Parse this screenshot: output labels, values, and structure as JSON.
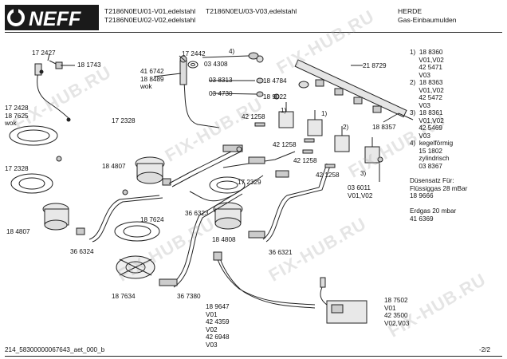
{
  "header": {
    "brand": "NEFF",
    "model_line1": "T2186N0EU/01-V01,edelstahl",
    "model_line2": "T2186N0EU/02-V02,edelstahl",
    "model_line3": "T2186N0EU/03-V03,edelstahl",
    "maker": "HERDE",
    "category": "Gas-Einbaumulden"
  },
  "legend": {
    "item1": "1)  18 8360\n     V01,V02\n     42 5471\n     V03",
    "item2": "2)  18 8363\n     V01,V02\n     42 5472\n     V03",
    "item3": "3)  18 8361\n     V01,V02\n     42 5469\n     V03",
    "item4": "4)  kegelförmig\n     15 1802\n     zylindrisch\n     03 8367",
    "nozzle": "Düsensatz Für:\nFlüssiggas 28 mBar\n18 9666",
    "natgas": "Erdgas 20 mbar\n41 6369"
  },
  "parts": {
    "p172427": "17 2427",
    "p181743": "18 1743",
    "p172428_group": "17 2428\n18 7625\nwok",
    "p416742_group": "41 6742\n18 8489\nwok",
    "p172442": "17 2442",
    "p172328_a": "17 2328",
    "p172328_b": "17 2328",
    "p184807_a": "18 4807",
    "p184807_b": "18 4807",
    "p187624": "18 7624",
    "p366323": "36 6323",
    "p366324": "36 6324",
    "p187634": "18 7634",
    "p367380": "36 7380",
    "p172329": "17 2329",
    "p184808": "18 4808",
    "p366321": "36 6321",
    "p034308": "03 4308",
    "p038313": "03 8313",
    "p034730": "03 4730",
    "p184784": "18 4784",
    "p189022": "18 9022",
    "p421258_a": "42 1258",
    "p421258_b": "42 1258",
    "p421258_c": "42 1258",
    "p421258_d": "42 1258",
    "p218729": "21 8729",
    "p188357": "18 8357",
    "p036011_group": "03 6011\nV01,V02",
    "p189647_group": "18 9647\nV01\n42 4359\nV02\n42 6948\nV03",
    "p187502_group": "18 7502\nV01\n42 3500\nV02,V03",
    "callout_4": "4)",
    "callout_1a": "1)",
    "callout_1b": "1)",
    "callout_2": "2)",
    "callout_3": "3)"
  },
  "footer": {
    "doc_id": "214_58300000067643_aet_000_b",
    "page": "-2/2"
  },
  "watermark": "FIX-HUB.RU"
}
